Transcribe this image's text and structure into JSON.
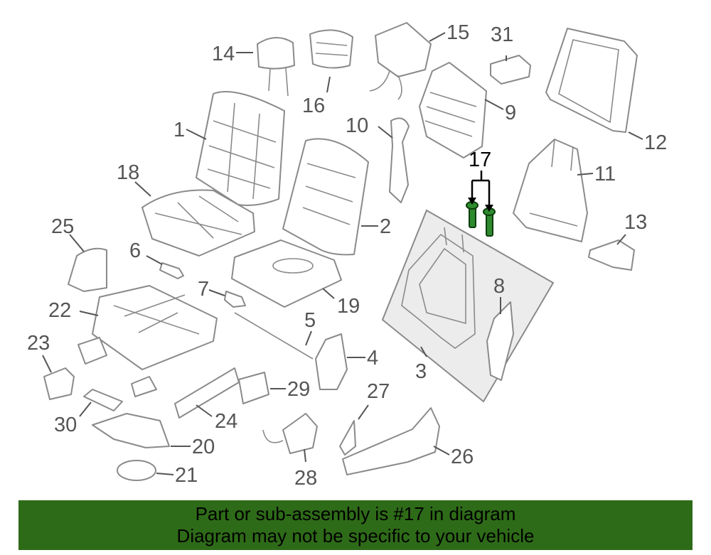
{
  "diagram": {
    "callouts": [
      {
        "id": "c1",
        "text": "1"
      },
      {
        "id": "c2",
        "text": "2"
      },
      {
        "id": "c3",
        "text": "3"
      },
      {
        "id": "c4",
        "text": "4"
      },
      {
        "id": "c5",
        "text": "5"
      },
      {
        "id": "c6",
        "text": "6"
      },
      {
        "id": "c7",
        "text": "7"
      },
      {
        "id": "c8",
        "text": "8"
      },
      {
        "id": "c9",
        "text": "9"
      },
      {
        "id": "c10",
        "text": "10"
      },
      {
        "id": "c11",
        "text": "11"
      },
      {
        "id": "c12",
        "text": "12"
      },
      {
        "id": "c13",
        "text": "13"
      },
      {
        "id": "c14",
        "text": "14"
      },
      {
        "id": "c15",
        "text": "15"
      },
      {
        "id": "c16",
        "text": "16"
      },
      {
        "id": "c17",
        "text": "17"
      },
      {
        "id": "c18",
        "text": "18"
      },
      {
        "id": "c19",
        "text": "19"
      },
      {
        "id": "c20",
        "text": "20"
      },
      {
        "id": "c21",
        "text": "21"
      },
      {
        "id": "c22",
        "text": "22"
      },
      {
        "id": "c23",
        "text": "23"
      },
      {
        "id": "c24",
        "text": "24"
      },
      {
        "id": "c25",
        "text": "25"
      },
      {
        "id": "c26",
        "text": "26"
      },
      {
        "id": "c27",
        "text": "27"
      },
      {
        "id": "c28",
        "text": "28"
      },
      {
        "id": "c29",
        "text": "29"
      },
      {
        "id": "c30",
        "text": "30"
      },
      {
        "id": "c31",
        "text": "31"
      }
    ],
    "highlight_part": "17",
    "colors": {
      "line": "#8a8a8a",
      "label": "#555555",
      "highlight": "#2e8b2e",
      "banner": "#2e6b18"
    }
  },
  "banner": {
    "line1": "Part or sub-assembly is #17 in diagram",
    "line2": "Diagram may not be specific to your vehicle"
  }
}
